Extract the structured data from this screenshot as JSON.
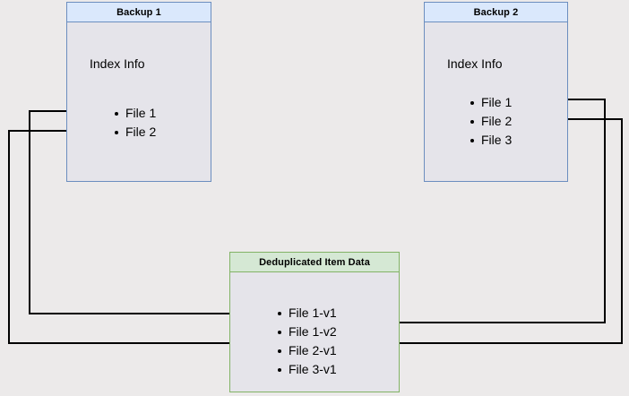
{
  "diagram": {
    "type": "backup-deduplication-flow",
    "background_color": "#eceaea",
    "box_fill_color": "#e5e4ea",
    "blue_header_color": "#dae8fc",
    "blue_border_color": "#6c8ebf",
    "green_header_color": "#d5e8d4",
    "green_border_color": "#82b366",
    "connector_color": "#000000"
  },
  "backup1": {
    "title": "Backup 1",
    "section_label": "Index Info",
    "files": [
      {
        "label": "File 1"
      },
      {
        "label": "File 2"
      }
    ]
  },
  "backup2": {
    "title": "Backup 2",
    "section_label": "Index Info",
    "files": [
      {
        "label": "File 1"
      },
      {
        "label": "File 2"
      },
      {
        "label": "File 3"
      }
    ]
  },
  "dedup": {
    "title": "Deduplicated Item Data",
    "items": [
      {
        "label": "File 1-v1"
      },
      {
        "label": "File 1-v2"
      },
      {
        "label": "File 2-v1"
      },
      {
        "label": "File 3-v1"
      }
    ]
  },
  "connections": [
    {
      "from": "backup1.File 1",
      "to": "dedup.File 1-v1",
      "side": "left"
    },
    {
      "from": "backup1.File 2",
      "to": "dedup.File 2-v1",
      "side": "left"
    },
    {
      "from": "backup2.File 1",
      "to": "dedup.File 1-v2",
      "side": "right"
    },
    {
      "from": "backup2.File 2",
      "to": "dedup.File 2-v1",
      "side": "right"
    }
  ]
}
